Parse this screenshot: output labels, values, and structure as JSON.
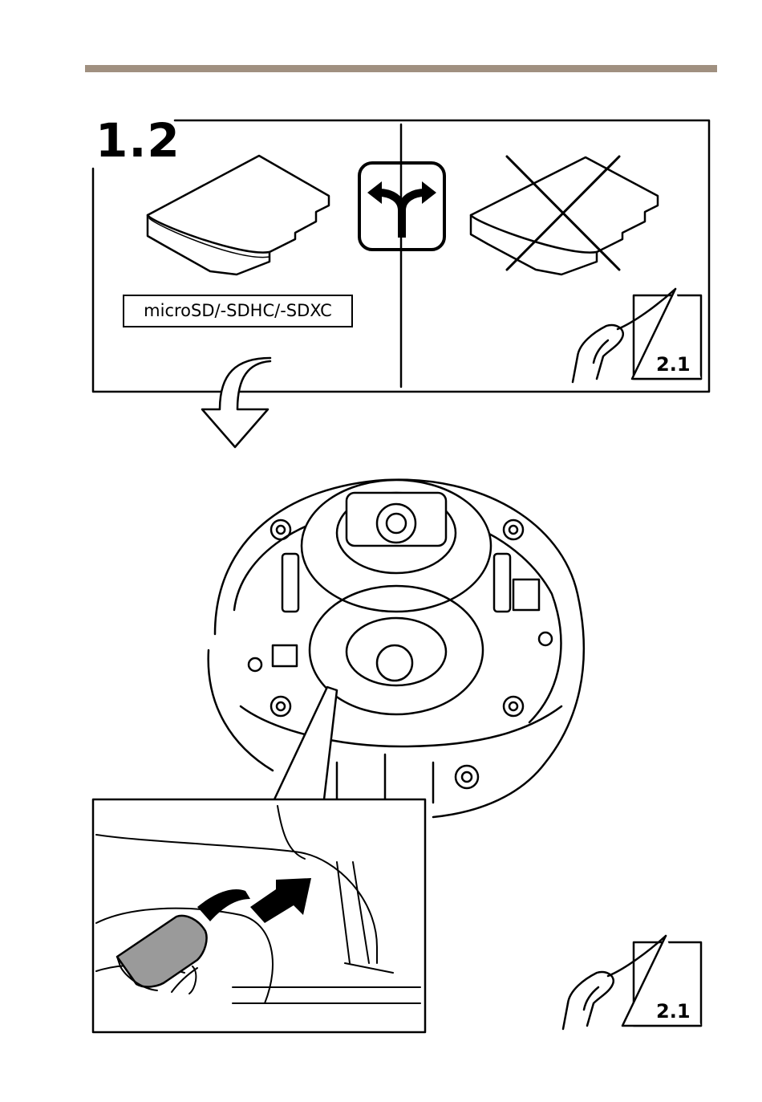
{
  "colors": {
    "accent_bar": "#a09080",
    "ink": "#000000",
    "card_fill": "#9a9a9a",
    "background": "#ffffff"
  },
  "step": {
    "number": "1.2"
  },
  "card_label": "microSD/-SDHC/-SDXC",
  "icons": {
    "alternative": "split-arrow-icon",
    "crossed_card": "crossed-out-card-icon",
    "page_ref": "page-turn-icon",
    "down_arrow": "curved-down-arrow-icon"
  },
  "page_refs": [
    {
      "label": "2.1"
    },
    {
      "label": "2.1"
    }
  ]
}
